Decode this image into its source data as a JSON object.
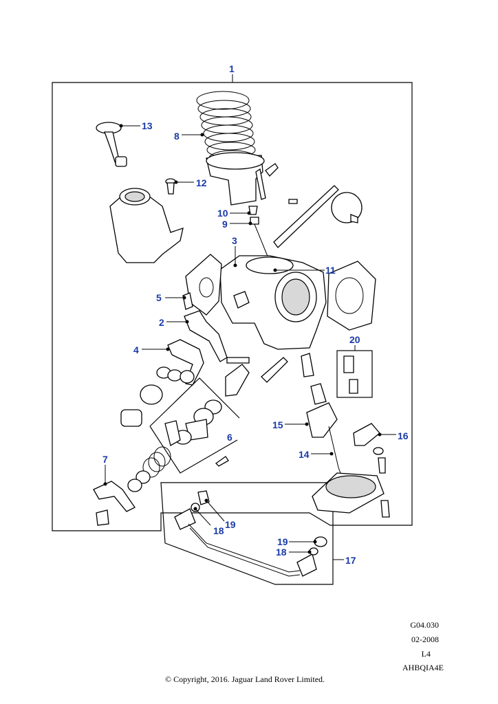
{
  "callouts": [
    "1",
    "13",
    "8",
    "12",
    "10",
    "9",
    "3",
    "11",
    "5",
    "2",
    "4",
    "20",
    "15",
    "16",
    "14",
    "7",
    "6",
    "19",
    "18",
    "19",
    "18",
    "17"
  ],
  "info": {
    "code": "G04.030",
    "date": "02-2008",
    "level": "L4",
    "ref": "AHBQIA4E"
  },
  "copyright": "© Copyright, 2016. Jaguar Land Rover Limited.",
  "colors": {
    "callout": "#1a3aa8",
    "line": "#000000"
  }
}
